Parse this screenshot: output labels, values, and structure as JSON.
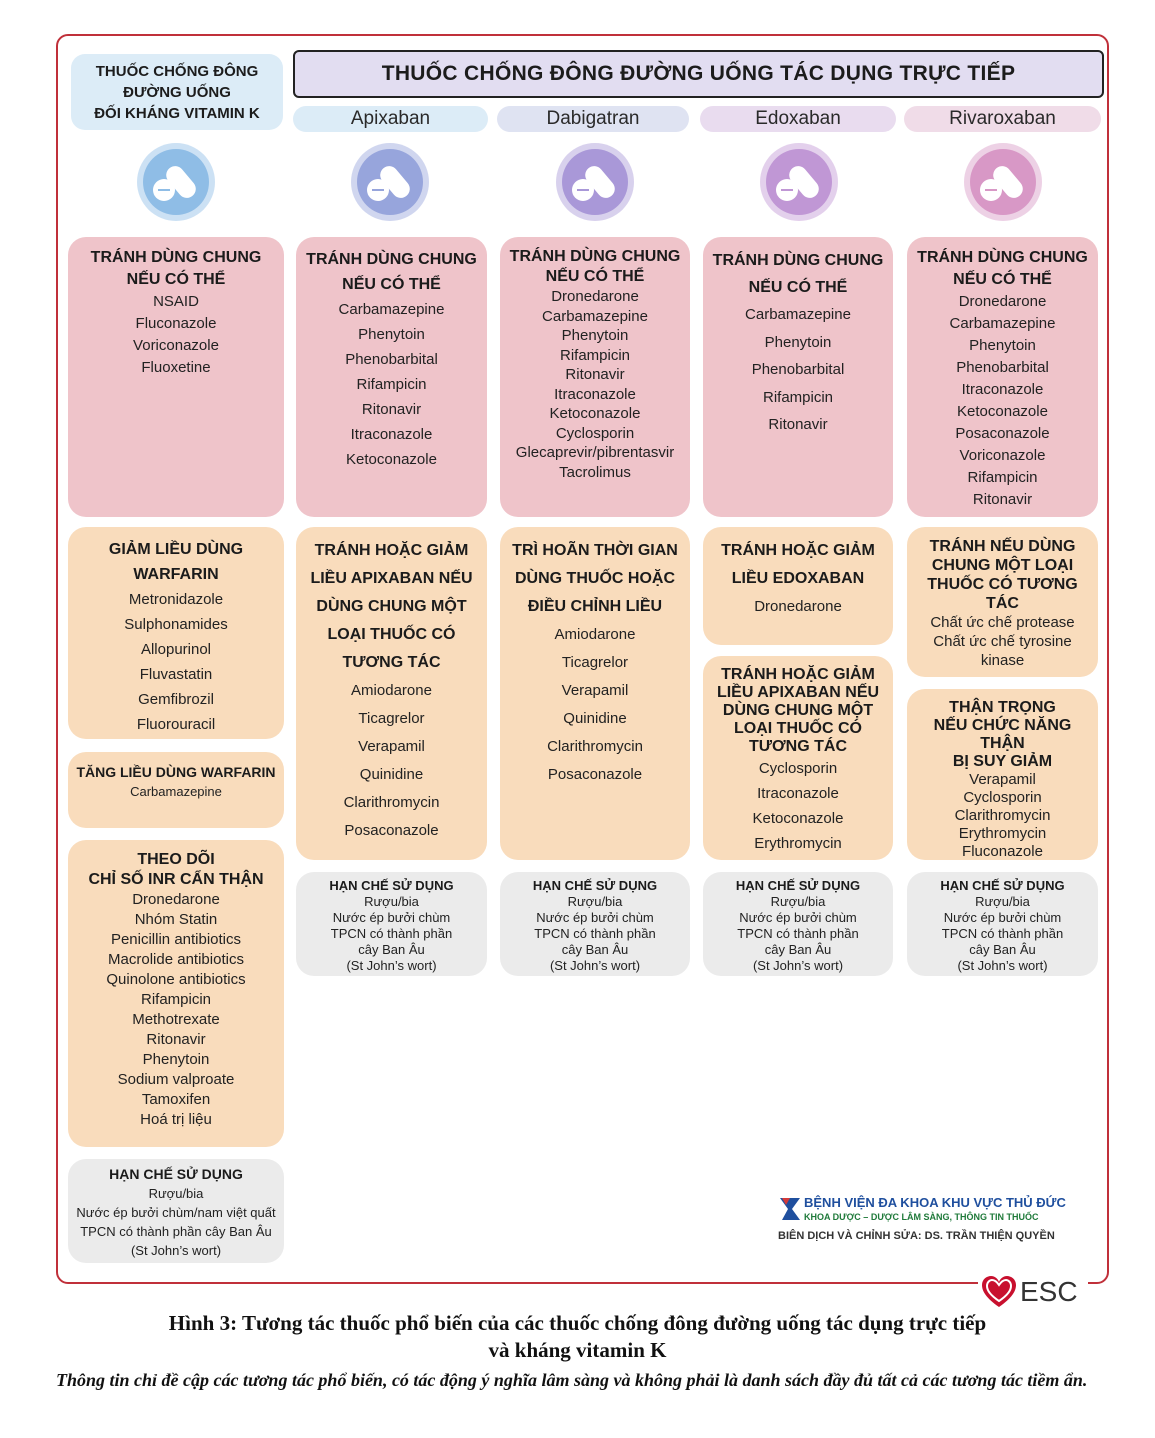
{
  "vka_title": "THUỐC CHỐNG ĐÔNG\nĐƯỜNG UỐNG\nĐỐI KHÁNG VITAMIN K",
  "doac_title": "THUỐC CHỐNG ĐÔNG ĐƯỜNG UỐNG TÁC DỤNG TRỰC TIẾP",
  "drugs": [
    "Apixaban",
    "Dabigatran",
    "Edoxaban",
    "Rivaroxaban"
  ],
  "colors": {
    "avoid": "#efc4ca",
    "adjust": "#f9dcbc",
    "limit": "#ebebeb",
    "pill": [
      "#8fbde6",
      "#97a5dc",
      "#a998d8",
      "#c097d5",
      "#d898c6"
    ]
  },
  "columns": [
    {
      "boxes": [
        {
          "kind": "avoid",
          "heading": "TRÁNH DÙNG CHUNG\nNẾU CÓ THỂ",
          "items": [
            "NSAID",
            "Fluconazole",
            "Voriconazole",
            "Fluoxetine"
          ]
        },
        {
          "kind": "adjust",
          "heading": "GIẢM LIỀU DÙNG\nWARFARIN",
          "items": [
            "Metronidazole",
            "Sulphonamides",
            "Allopurinol",
            "Fluvastatin",
            "Gemfibrozil",
            "Fluorouracil"
          ]
        },
        {
          "kind": "adjust",
          "heading": "TĂNG LIỀU DÙNG WARFARIN",
          "items": [
            "Carbamazepine"
          ]
        },
        {
          "kind": "adjust",
          "heading": "THEO DÕI\nCHỈ SỐ INR CẨN THẬN",
          "items": [
            "Dronedarone",
            "Nhóm Statin",
            "Penicillin antibiotics",
            "Macrolide antibiotics",
            "Quinolone antibiotics",
            "Rifampicin",
            "Methotrexate",
            "Ritonavir",
            "Phenytoin",
            "Sodium valproate",
            "Tamoxifen",
            "Hoá trị liệu"
          ]
        },
        {
          "kind": "limit",
          "heading": "HẠN CHẾ SỬ DỤNG",
          "items": [
            "Rượu/bia",
            "Nước ép bưởi chùm/nam việt quất",
            "TPCN có thành phần cây Ban Âu",
            "(St John’s wort)"
          ]
        }
      ]
    },
    {
      "boxes": [
        {
          "kind": "avoid",
          "heading": "TRÁNH DÙNG CHUNG\nNẾU CÓ THỂ",
          "items": [
            "Carbamazepine",
            "Phenytoin",
            "Phenobarbital",
            "Rifampicin",
            "Ritonavir",
            "Itraconazole",
            "Ketoconazole"
          ]
        },
        {
          "kind": "adjust",
          "heading": "TRÁNH HOẶC GIẢM\nLIỀU APIXABAN NẾU\nDÙNG CHUNG MỘT\nLOẠI THUỐC CÓ\nTƯƠNG TÁC",
          "items": [
            "Amiodarone",
            "Ticagrelor",
            "Verapamil",
            "Quinidine",
            "Clarithromycin",
            "Posaconazole"
          ]
        },
        {
          "kind": "limit",
          "heading": "HẠN CHẾ SỬ DỤNG",
          "items": [
            "Rượu/bia",
            "Nước ép bưởi chùm",
            "TPCN có thành phần",
            "cây Ban Âu",
            "(St John’s wort)"
          ]
        }
      ]
    },
    {
      "boxes": [
        {
          "kind": "avoid",
          "heading": "TRÁNH DÙNG CHUNG\nNẾU CÓ THỂ",
          "items": [
            "Dronedarone",
            "Carbamazepine",
            "Phenytoin",
            "Rifampicin",
            "Ritonavir",
            "Itraconazole",
            "Ketoconazole",
            "Cyclosporin",
            "Glecaprevir/pibrentasvir",
            "Tacrolimus"
          ]
        },
        {
          "kind": "adjust",
          "heading": "TRÌ HOÃN THỜI GIAN\nDÙNG THUỐC HOẶC\nĐIỀU CHỈNH LIỀU",
          "items": [
            "Amiodarone",
            "Ticagrelor",
            "Verapamil",
            "Quinidine",
            "Clarithromycin",
            "Posaconazole"
          ]
        },
        {
          "kind": "limit",
          "heading": "HẠN CHẾ SỬ DỤNG",
          "items": [
            "Rượu/bia",
            "Nước ép bưởi chùm",
            "TPCN có thành phần",
            "cây Ban Âu",
            "(St John’s wort)"
          ]
        }
      ]
    },
    {
      "boxes": [
        {
          "kind": "avoid",
          "heading": "TRÁNH DÙNG CHUNG\nNẾU CÓ THỂ",
          "items": [
            "Carbamazepine",
            "Phenytoin",
            "Phenobarbital",
            "Rifampicin",
            "Ritonavir"
          ]
        },
        {
          "kind": "adjust",
          "heading": "TRÁNH HOẶC GIẢM\nLIỀU EDOXABAN",
          "items": [
            "Dronedarone"
          ]
        },
        {
          "kind": "adjust",
          "heading": "TRÁNH HOẶC GIẢM\nLIỀU APIXABAN NẾU\nDÙNG CHUNG MỘT\nLOẠI THUỐC CÓ\nTƯƠNG TÁC",
          "items": [
            "Cyclosporin",
            "Itraconazole",
            "Ketoconazole",
            "Erythromycin"
          ]
        },
        {
          "kind": "limit",
          "heading": "HẠN CHẾ SỬ DỤNG",
          "items": [
            "Rượu/bia",
            "Nước ép bưởi chùm",
            "TPCN có thành phần",
            "cây Ban Âu",
            "(St John’s wort)"
          ]
        }
      ]
    },
    {
      "boxes": [
        {
          "kind": "avoid",
          "heading": "TRÁNH DÙNG CHUNG\nNẾU CÓ THỂ",
          "items": [
            "Dronedarone",
            "Carbamazepine",
            "Phenytoin",
            "Phenobarbital",
            "Itraconazole",
            "Ketoconazole",
            "Posaconazole",
            "Voriconazole",
            "Rifampicin",
            "Ritonavir"
          ]
        },
        {
          "kind": "adjust",
          "heading": "TRÁNH NẾU DÙNG\nCHUNG MỘT LOẠI\nTHUỐC CÓ TƯƠNG\nTÁC",
          "items": [
            "Chất ức chế protease",
            "Chất ức chế tyrosine",
            "kinase"
          ]
        },
        {
          "kind": "adjust",
          "heading": "THẬN TRỌNG\nNẾU CHỨC NĂNG THẬN\nBỊ SUY GIẢM",
          "items": [
            "Verapamil",
            "Cyclosporin",
            "Clarithromycin",
            "Erythromycin",
            "Fluconazole"
          ]
        },
        {
          "kind": "limit",
          "heading": "HẠN CHẾ SỬ DỤNG",
          "items": [
            "Rượu/bia",
            "Nước ép bưởi chùm",
            "TPCN có thành phần",
            "cây Ban Âu",
            "(St John’s wort)"
          ]
        }
      ]
    }
  ],
  "hospital": {
    "name": "BỆNH VIỆN ĐA KHOA KHU VỰC THỦ ĐỨC",
    "dept": "KHOA DƯỢC – DƯỢC LÂM SÀNG, THÔNG TIN THUỐC",
    "credit": "BIÊN DỊCH VÀ CHỈNH SỬA: DS. TRẦN THIỆN QUYỀN"
  },
  "esc_label": "ESC",
  "caption": "Hình 3: Tương tác thuốc phổ biến của các thuốc chống đông đường uống  tác dụng trực tiếp\nvà kháng vitamin K",
  "note": "Thông tin chỉ đề cập các tương tác phổ biến, có tác động ý nghĩa lâm sàng và không phải là danh sách đầy đủ tất cả các tương tác tiềm ẩn."
}
